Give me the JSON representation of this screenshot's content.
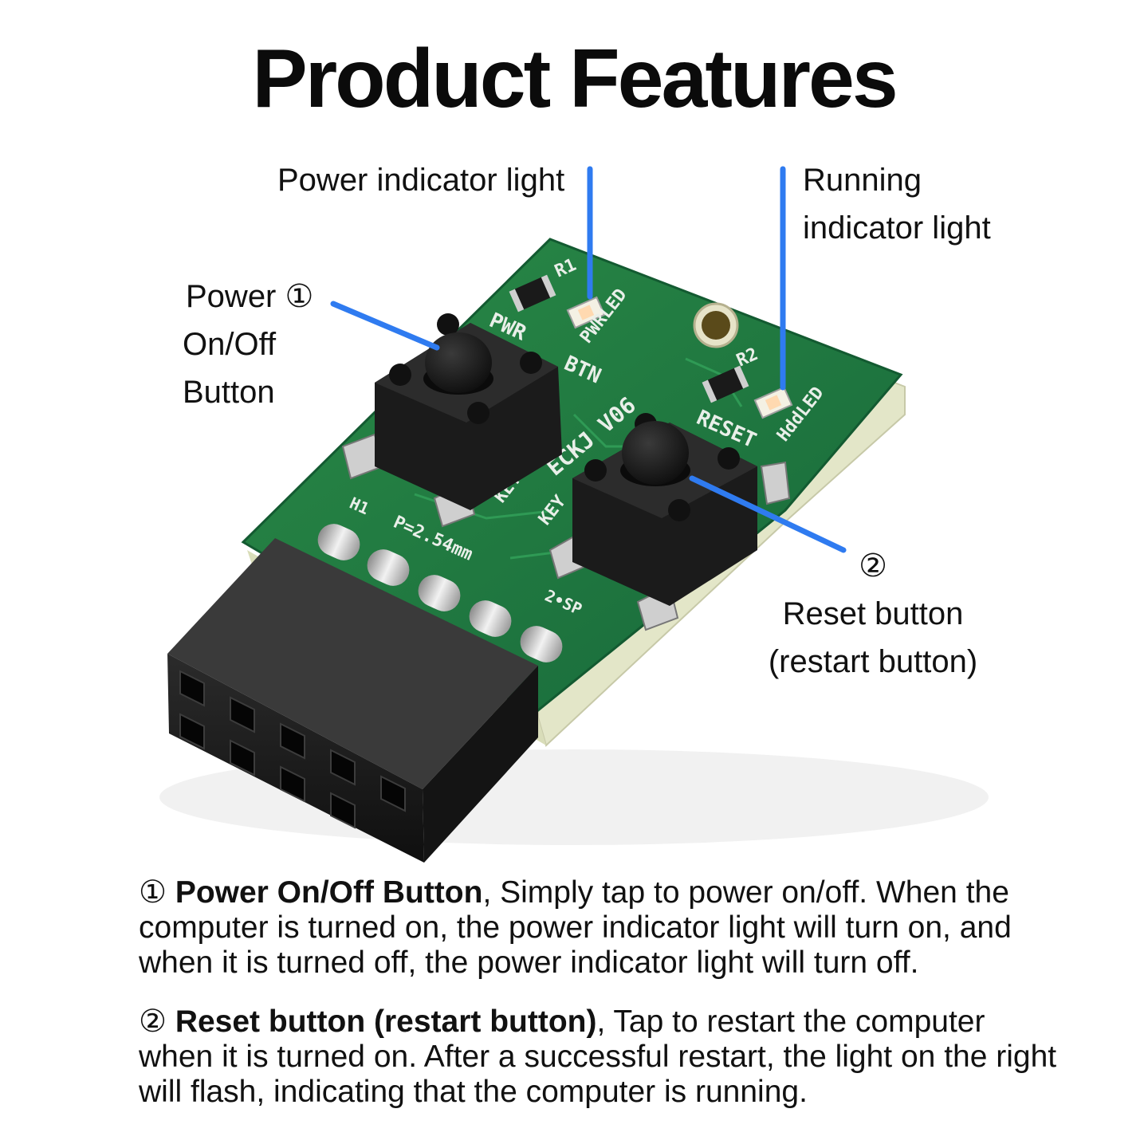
{
  "title": "Product Features",
  "callouts": {
    "power_indicator": "Power indicator light",
    "running_indicator": [
      "Running",
      "indicator light"
    ],
    "power_button": [
      "Power ①",
      "On/Off",
      "Button"
    ],
    "reset_button": [
      "②",
      "Reset button",
      "(restart button)"
    ]
  },
  "board": {
    "silkscreen": {
      "r1": "R1",
      "pwrled": "PWRLED",
      "pwr": "PWR",
      "btn": "BTN",
      "version": "ECKJ V06",
      "r2": "R2",
      "reset": "RESET",
      "hddled": "HddLED",
      "key1": "KEY1",
      "key2": "KEY",
      "h1": "H1",
      "pitch": "P=2.54mm",
      "sp": "2•SP"
    },
    "colors": {
      "pcb": "#1f7a3c",
      "pcb_edge": "#e3e6c8",
      "leader": "#2f7bf0",
      "connector": "#1a1a1a"
    }
  },
  "descriptions": [
    {
      "marker": "①",
      "heading": "Power On/Off Button",
      "text": ", Simply tap to power on/off. When the computer is turned on, the power indicator light will turn on, and when it is turned off, the power indicator light will turn off."
    },
    {
      "marker": "②",
      "heading": "Reset button (restart button)",
      "text": ", Tap to restart the computer when it is turned on. After a successful restart, the light on the right will flash, indicating that the computer is running."
    }
  ]
}
